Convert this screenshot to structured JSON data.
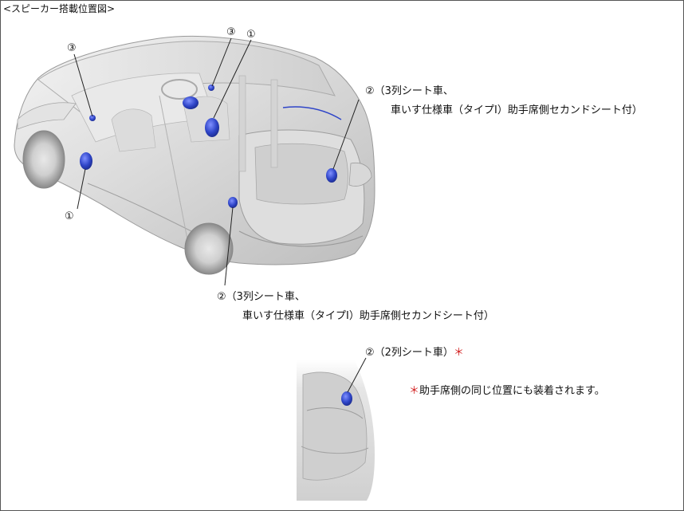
{
  "title": "<スピーカー搭載位置図>",
  "markers": {
    "n1": "①",
    "n2": "②",
    "n3": "③"
  },
  "labels": {
    "l2_top_line1": "（3列シート車、",
    "l2_top_line2": "車いす仕様車（タイプⅠ）助手席側セカンドシート付）",
    "l2_bottom_line1": "（3列シート車、",
    "l2_bottom_line2": "車いす仕様車（タイプⅠ）助手席側セカンドシート付）",
    "l2_inset": "（2列シート車）",
    "inset_asterisk": "＊",
    "note_asterisk": "＊",
    "note_text": "助手席側の同じ位置にも装着されます。"
  },
  "colors": {
    "speaker": "#2f45c8",
    "note_red": "#d21e1e",
    "leader": "#222222"
  }
}
